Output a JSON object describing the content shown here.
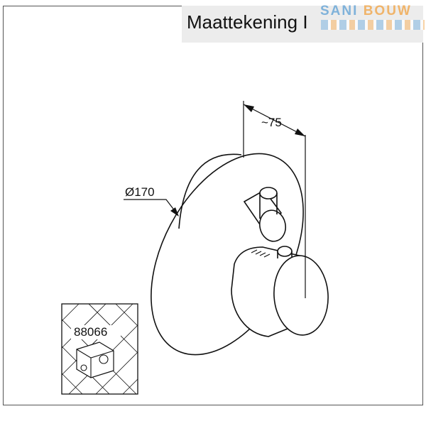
{
  "header": {
    "title": "Maattekening I",
    "brand_part1": "SANI",
    "brand_part2": "BOUW"
  },
  "dimensions": {
    "diameter": "Ø170",
    "depth": "~75"
  },
  "inset": {
    "label": "88066"
  },
  "colors": {
    "line": "#111111",
    "frame": "#555555",
    "title_background": "#ececec",
    "brand_blue": "#7fb2da",
    "brand_orange": "#f0b46a"
  }
}
